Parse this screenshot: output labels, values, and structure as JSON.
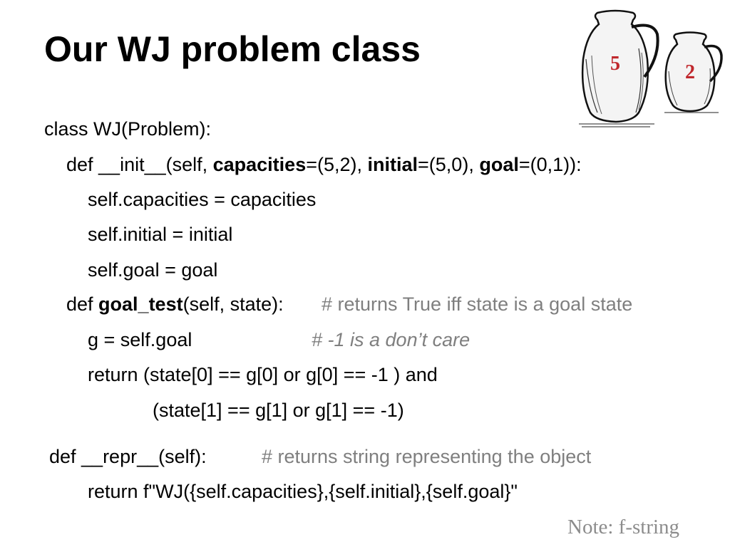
{
  "title": "Our WJ problem class",
  "code": {
    "l1": "class WJ(Problem):",
    "l2": {
      "a": "def __init__(self, ",
      "b": "capacities",
      "c": "=(5,2), ",
      "d": "initial",
      "e": "=(5,0), ",
      "f": "goal",
      "g": "=(0,1)):"
    },
    "l3": "self.capacities = capacities",
    "l4": "self.initial = initial",
    "l5": "self.goal = goal",
    "l6": {
      "a": "def ",
      "b": "goal_test",
      "c": "(self, state):",
      "comment": "# returns True iff state is a goal state"
    },
    "l7": {
      "code": "g = self.goal",
      "comment": "# -1 is a don’t care"
    },
    "l8": "return (state[0] == g[0] or g[0] == -1 ) and",
    "l9": "(state[1] == g[1] or g[1] == -1)",
    "l10": {
      "code": "def __repr__(self):",
      "comment": "# returns string representing the object"
    },
    "l11": "return f\"WJ({self.capacities},{self.initial},{self.goal}\""
  },
  "note": "Note: f-string",
  "image": {
    "big_jug_label": "5",
    "small_jug_label": "2",
    "label_color": "#c0282d"
  }
}
